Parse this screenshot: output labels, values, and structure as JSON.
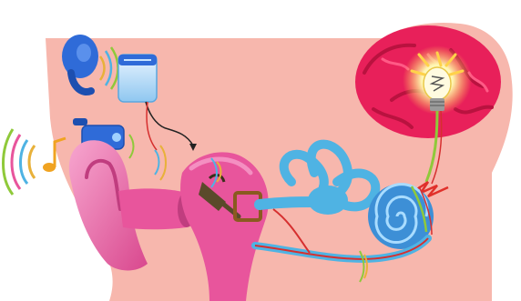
{
  "diagram": {
    "components": [
      {
        "id": "hearing-aid",
        "icon": "bte-hearing-aid-icon"
      },
      {
        "id": "sound-processor",
        "icon": "sound-processor-icon"
      },
      {
        "id": "microphone-device",
        "icon": "microphone-device-icon"
      },
      {
        "id": "sound-waves",
        "icon": "sound-wave-icon"
      },
      {
        "id": "music-note",
        "icon": "music-note-icon"
      },
      {
        "id": "outer-ear",
        "icon": "pinna-icon"
      },
      {
        "id": "ear-canal",
        "icon": "ear-canal-icon"
      },
      {
        "id": "middle-ear",
        "icon": "ossicles-icon"
      },
      {
        "id": "semicircular-canals",
        "icon": "semicircular-canals-icon"
      },
      {
        "id": "cochlea",
        "icon": "cochlea-icon"
      },
      {
        "id": "auditory-nerve",
        "icon": "nerve-icon"
      },
      {
        "id": "brain",
        "icon": "brain-icon"
      },
      {
        "id": "light-bulb",
        "icon": "light-bulb-icon"
      }
    ],
    "colors": {
      "head": "#f7b7ad",
      "brain": "#e8205a",
      "brain-dark": "#b9123f",
      "ear": "#e8559c",
      "ear-light": "#f48fc1",
      "inner-ear": "#4fb3e3",
      "cochlea": "#3d8fd6",
      "nerve": "#d62f2f",
      "nerve-green": "#8fc93a",
      "device-blue": "#2f6bd8",
      "bulb": "#fff6b0"
    }
  }
}
